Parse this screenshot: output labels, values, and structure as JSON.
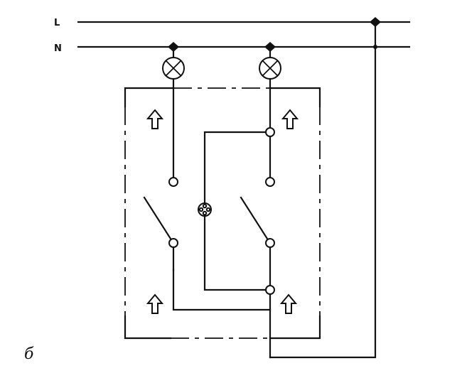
{
  "labels": {
    "line_L": "L",
    "line_N": "N",
    "caption": "б"
  },
  "colors": {
    "ink": "#111111",
    "background": "#ffffff"
  }
}
